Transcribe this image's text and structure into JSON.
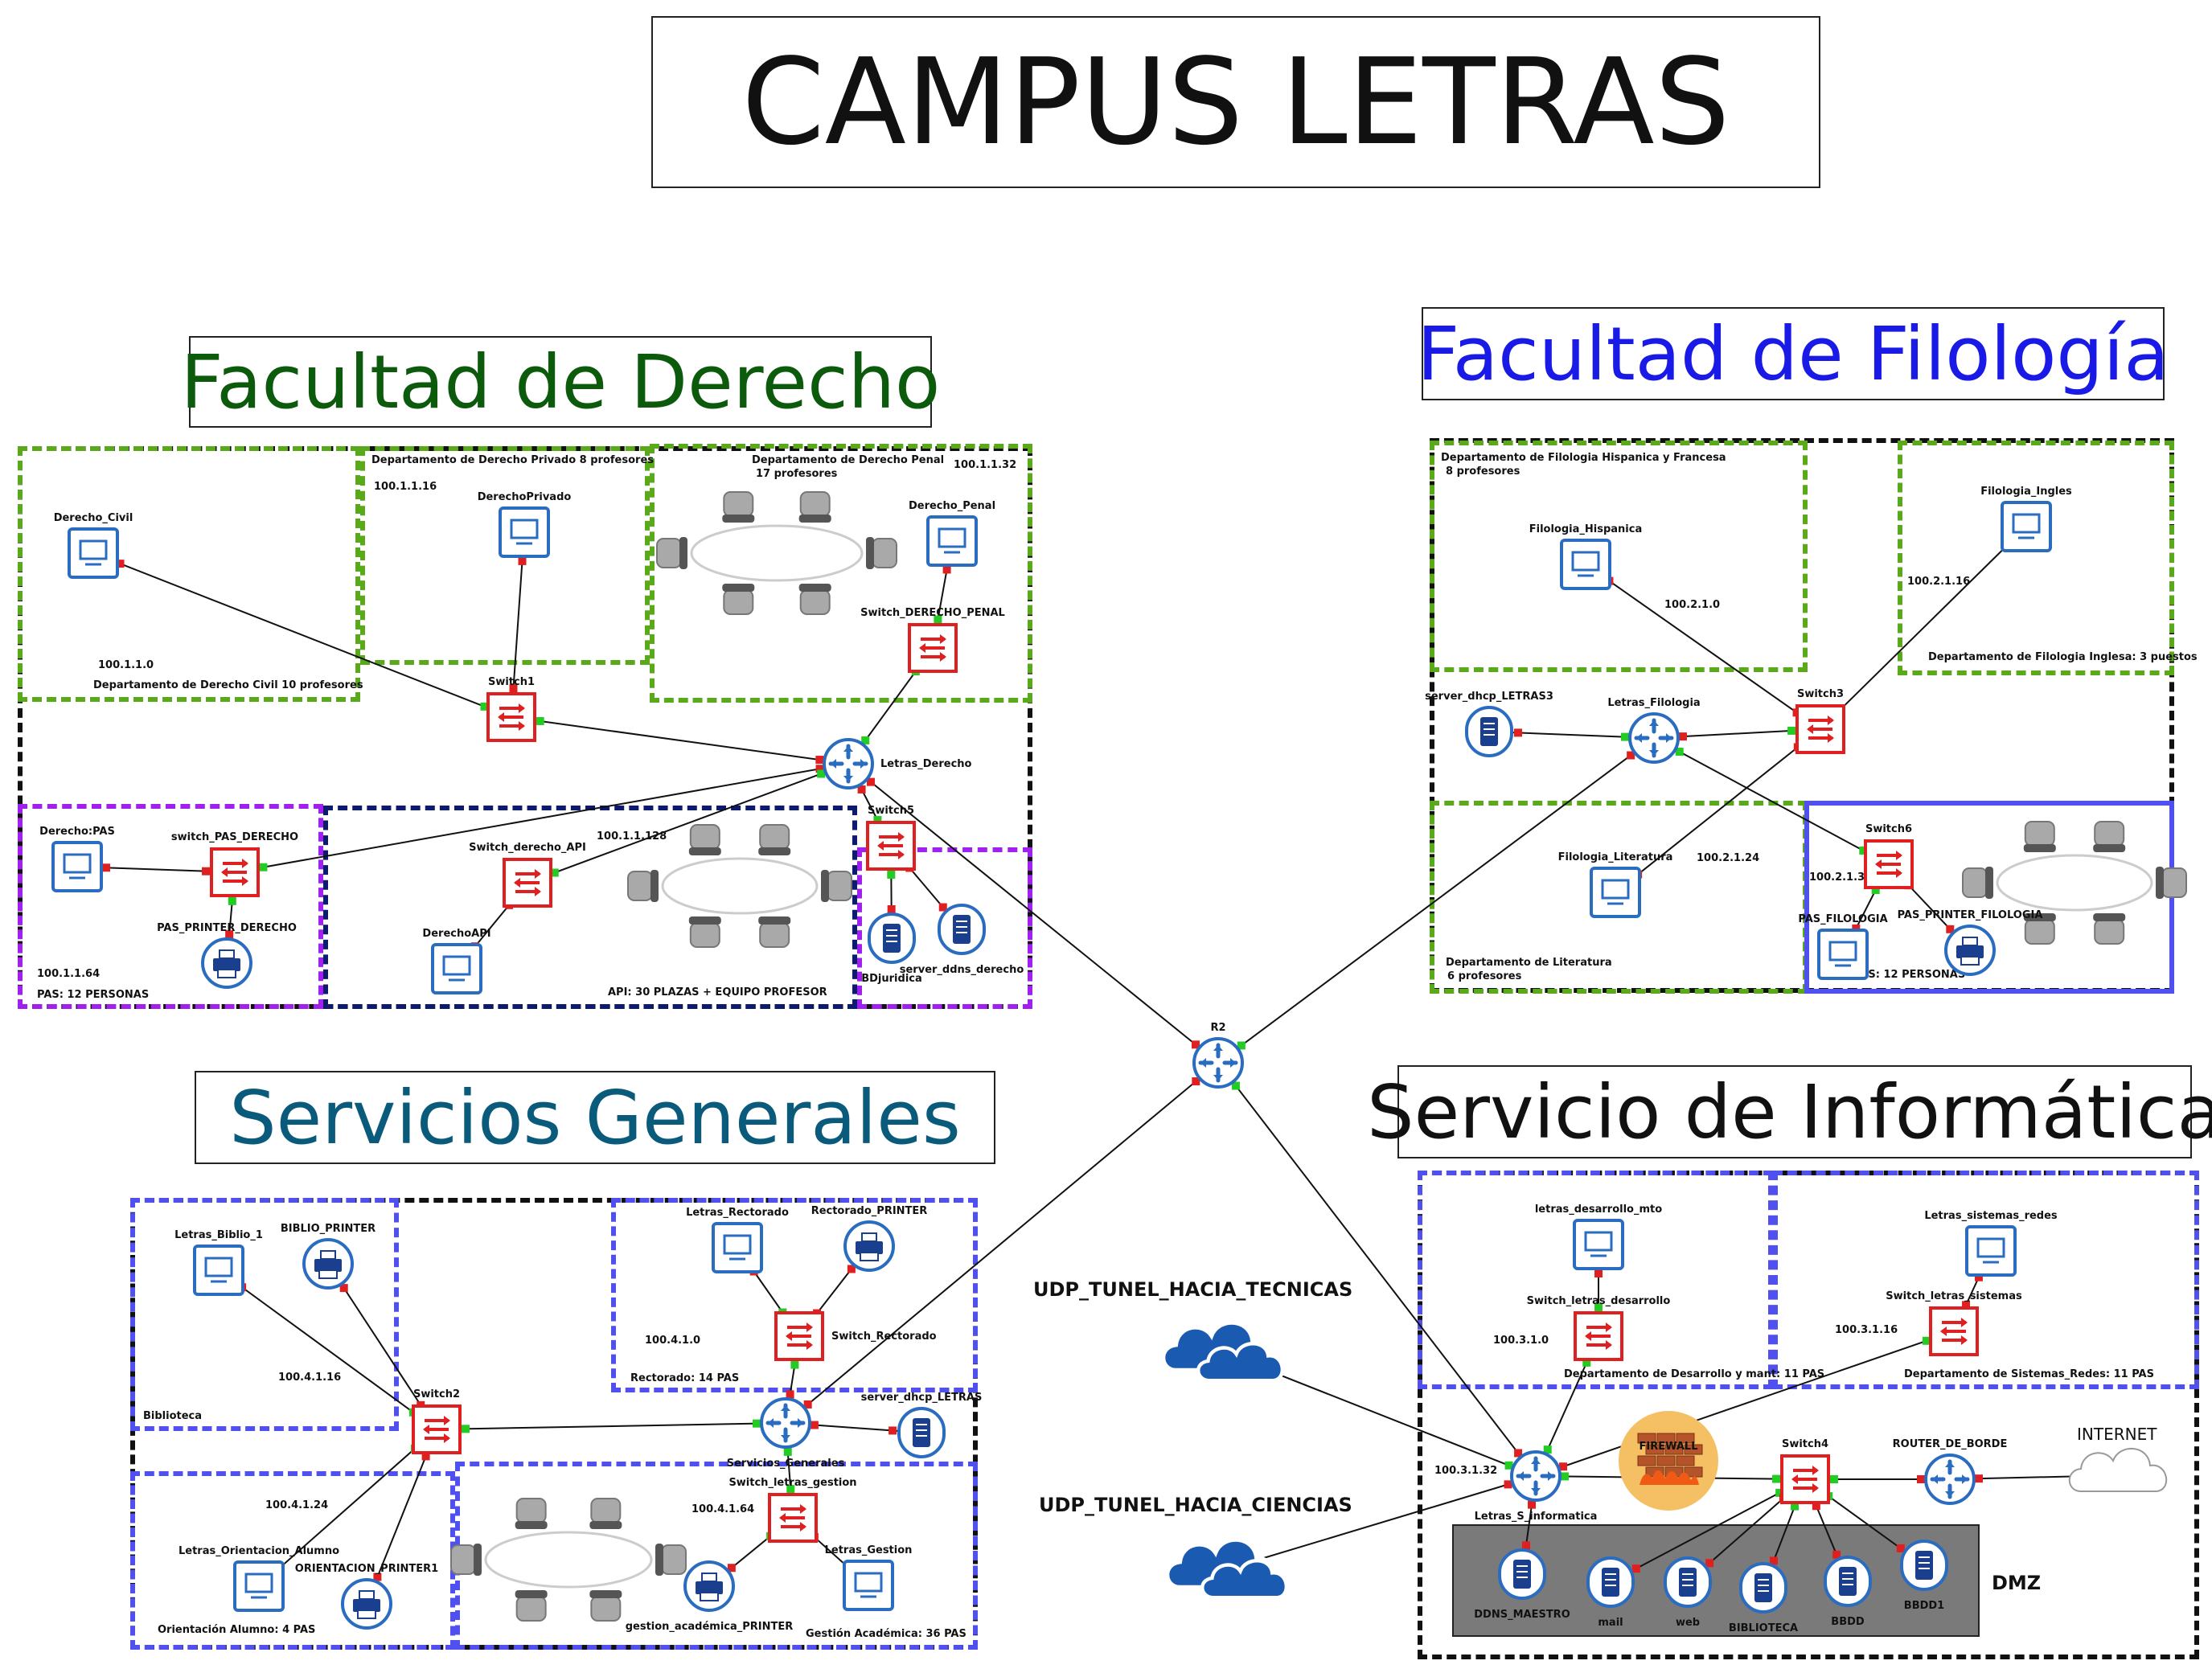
{
  "title": "CAMPUS LETRAS",
  "sections": {
    "derecho": "Facultad de Derecho",
    "filologia": "Facultad de Filología",
    "servicios": "Servicios Generales",
    "informatica": "Servicio de Informática"
  },
  "colors": {
    "derecho_title": "#0c5a0c",
    "filologia_title": "#1a1ae6",
    "servicios_title": "#0a5a7c",
    "informatica_title": "#111111",
    "router": "#2a6cc0",
    "switch": "#e02020",
    "dmz": "#7a7a7a",
    "firewall": "#f5c063",
    "cloud": "#1a5ab0"
  },
  "notes": {
    "derecho_civil": "Departamento de Derecho Civil 10 profesores",
    "derecho_privado": "Departamento de Derecho Privado 8 profesores",
    "derecho_penal_1": "Departamento de Derecho Penal",
    "derecho_penal_2": "17 profesores",
    "derecho_pas": "PAS: 12 PERSONAS",
    "derecho_api": "API: 30 PLAZAS + EQUIPO PROFESOR",
    "filo_hisp_1": "Departamento de Filologia Hispanica y Francesa",
    "filo_hisp_2": "8 profesores",
    "filo_ing": "Departamento de Filologia Inglesa: 3 puestos",
    "filo_lit_1": "Departamento de Literatura",
    "filo_lit_2": "6 profesores",
    "filo_pas": "PAS: 12 PERSONAS",
    "biblioteca": "Biblioteca",
    "rectorado": "Rectorado: 14 PAS",
    "orientacion": "Orientación Alumno: 4 PAS",
    "gestion": "Gestión Académica: 36 PAS",
    "desarrollo": "Departamento de Desarrollo y mant: 11 PAS",
    "sistemas": "Departamento de Sistemas_Redes: 11 PAS",
    "dmz": "DMZ"
  },
  "ips": {
    "civil": "100.1.1.0",
    "privado": "100.1.1.16",
    "penal": "100.1.1.32",
    "pas_derecho": "100.1.1.64",
    "api": "100.1.1.128",
    "hisp": "100.2.1.0",
    "ing": "100.2.1.16",
    "lit": "100.2.1.24",
    "pas_filo": "100.2.1.32",
    "biblio": "100.4.1.16",
    "rect": "100.4.1.0",
    "orient": "100.4.1.24",
    "gestion": "100.4.1.64",
    "desarrollo": "100.3.1.0",
    "sistemas": "100.3.1.16",
    "informatica": "100.3.1.32"
  },
  "tunnels": {
    "tecnicas": "UDP_TUNEL_HACIA_TECNICAS",
    "ciencias": "UDP_TUNEL_HACIA_CIENCIAS"
  },
  "internet": "INTERNET",
  "nodes": [
    {
      "id": "R2",
      "label": "R2",
      "type": "router"
    },
    {
      "id": "Letras_Derecho",
      "label": "Letras_Derecho",
      "type": "router"
    },
    {
      "id": "Switch1",
      "label": "Switch1",
      "type": "switch"
    },
    {
      "id": "Switch_DERECHO_PENAL",
      "label": "Switch_DERECHO_PENAL",
      "type": "switch"
    },
    {
      "id": "switch_PAS_DERECHO",
      "label": "switch_PAS_DERECHO",
      "type": "switch"
    },
    {
      "id": "Switch_derecho_API",
      "label": "Switch_derecho_API",
      "type": "switch"
    },
    {
      "id": "Switch5",
      "label": "Switch5",
      "type": "switch"
    },
    {
      "id": "Derecho_Civil",
      "label": "Derecho_Civil",
      "type": "pc"
    },
    {
      "id": "DerechoPrivado",
      "label": "DerechoPrivado",
      "type": "pc"
    },
    {
      "id": "Derecho_Penal",
      "label": "Derecho_Penal",
      "type": "pc"
    },
    {
      "id": "Derecho_PAS",
      "label": "Derecho:PAS",
      "type": "pc"
    },
    {
      "id": "PAS_PRINTER_DERECHO",
      "label": "PAS_PRINTER_DERECHO",
      "type": "printer"
    },
    {
      "id": "DerechoAPI",
      "label": "DerechoAPI",
      "type": "pc"
    },
    {
      "id": "BDjuridica",
      "label": "BDjuridica",
      "type": "server"
    },
    {
      "id": "server_ddns_derecho",
      "label": "server_ddns_derecho",
      "type": "server"
    },
    {
      "id": "Letras_Filologia",
      "label": "Letras_Filologia",
      "type": "router"
    },
    {
      "id": "Switch3",
      "label": "Switch3",
      "type": "switch"
    },
    {
      "id": "Switch6",
      "label": "Switch6",
      "type": "switch"
    },
    {
      "id": "Filologia_Hispanica",
      "label": "Filologia_Hispanica",
      "type": "pc"
    },
    {
      "id": "Filologia_Ingles",
      "label": "Filologia_Ingles",
      "type": "pc"
    },
    {
      "id": "Filologia_Literatura",
      "label": "Filologia_Literatura",
      "type": "pc"
    },
    {
      "id": "server_dhcp_LETRAS3",
      "label": "server_dhcp_LETRAS3",
      "type": "server"
    },
    {
      "id": "PAS_FILOLOGIA",
      "label": "PAS_FILOLOGIA",
      "type": "pc"
    },
    {
      "id": "PAS_PRINTER_FILOLOGIA",
      "label": "PAS_PRINTER_FILOLOGIA",
      "type": "printer"
    },
    {
      "id": "Servicios_Generales",
      "label": "Servicios_Generales",
      "type": "router"
    },
    {
      "id": "Switch2",
      "label": "Switch2",
      "type": "switch"
    },
    {
      "id": "Switch_Rectorado",
      "label": "Switch_Rectorado",
      "type": "switch"
    },
    {
      "id": "Switch_letras_gestion",
      "label": "Switch_letras_gestion",
      "type": "switch"
    },
    {
      "id": "Letras_Biblio_1",
      "label": "Letras_Biblio_1",
      "type": "pc"
    },
    {
      "id": "BIBLIO_PRINTER",
      "label": "BIBLIO_PRINTER",
      "type": "printer"
    },
    {
      "id": "Letras_Rectorado",
      "label": "Letras_Rectorado",
      "type": "pc"
    },
    {
      "id": "Rectorado_PRINTER",
      "label": "Rectorado_PRINTER",
      "type": "printer"
    },
    {
      "id": "server_dhcp_LETRAS",
      "label": "server_dhcp_LETRAS",
      "type": "server"
    },
    {
      "id": "Letras_Orientacion_Alumno",
      "label": "Letras_Orientacion_Alumno",
      "type": "pc"
    },
    {
      "id": "ORIENTACION_PRINTER1",
      "label": "ORIENTACION_PRINTER1",
      "type": "printer"
    },
    {
      "id": "gestion_academica_PRINTER",
      "label": "gestion_académica_PRINTER",
      "type": "printer"
    },
    {
      "id": "Letras_Gestion",
      "label": "Letras_Gestion",
      "type": "pc"
    },
    {
      "id": "Letras_S_informatica",
      "label": "Letras_S_informatica",
      "type": "router"
    },
    {
      "id": "Switch_letras_desarrollo",
      "label": "Switch_letras_desarrollo",
      "type": "switch"
    },
    {
      "id": "Switch_letras_sistemas",
      "label": "Switch_letras_sistemas",
      "type": "switch"
    },
    {
      "id": "letras_desarrollo_mto",
      "label": "letras_desarrollo_mto",
      "type": "pc"
    },
    {
      "id": "Letras_sistemas_redes",
      "label": "Letras_sistemas_redes",
      "type": "pc"
    },
    {
      "id": "FIREWALL",
      "label": "FIREWALL",
      "type": "firewall"
    },
    {
      "id": "Switch4",
      "label": "Switch4",
      "type": "switch"
    },
    {
      "id": "ROUTER_DE_BORDE",
      "label": "ROUTER_DE_BORDE",
      "type": "router"
    },
    {
      "id": "DDNS_MAESTRO",
      "label": "DDNS_MAESTRO",
      "type": "server"
    },
    {
      "id": "mail",
      "label": "mail",
      "type": "server"
    },
    {
      "id": "web",
      "label": "web",
      "type": "server"
    },
    {
      "id": "BIBLIOTECA",
      "label": "BIBLIOTECA",
      "type": "server"
    },
    {
      "id": "BBDD",
      "label": "BBDD",
      "type": "server"
    },
    {
      "id": "BBDD1",
      "label": "BBDD1",
      "type": "server"
    },
    {
      "id": "cloud_tecnicas",
      "label": "",
      "type": "cloud"
    },
    {
      "id": "cloud_ciencias",
      "label": "",
      "type": "cloud"
    },
    {
      "id": "internet_cloud",
      "label": "",
      "type": "cloudw"
    }
  ],
  "links": [
    [
      "R2",
      "Letras_Derecho"
    ],
    [
      "R2",
      "Letras_Filologia"
    ],
    [
      "R2",
      "Servicios_Generales"
    ],
    [
      "R2",
      "Letras_S_informatica"
    ],
    [
      "Letras_Derecho",
      "Switch1"
    ],
    [
      "Letras_Derecho",
      "Switch_DERECHO_PENAL"
    ],
    [
      "Letras_Derecho",
      "switch_PAS_DERECHO"
    ],
    [
      "Letras_Derecho",
      "Switch_derecho_API"
    ],
    [
      "Letras_Derecho",
      "Switch5"
    ],
    [
      "Switch1",
      "Derecho_Civil"
    ],
    [
      "Switch1",
      "DerechoPrivado"
    ],
    [
      "Switch_DERECHO_PENAL",
      "Derecho_Penal"
    ],
    [
      "switch_PAS_DERECHO",
      "Derecho_PAS"
    ],
    [
      "switch_PAS_DERECHO",
      "PAS_PRINTER_DERECHO"
    ],
    [
      "Switch_derecho_API",
      "DerechoAPI"
    ],
    [
      "Switch5",
      "BDjuridica"
    ],
    [
      "Switch5",
      "server_ddns_derecho"
    ],
    [
      "Letras_Filologia",
      "server_dhcp_LETRAS3"
    ],
    [
      "Letras_Filologia",
      "Switch3"
    ],
    [
      "Letras_Filologia",
      "Switch6"
    ],
    [
      "Switch3",
      "Filologia_Hispanica"
    ],
    [
      "Switch3",
      "Filologia_Ingles"
    ],
    [
      "Switch3",
      "Filologia_Literatura"
    ],
    [
      "Switch6",
      "PAS_FILOLOGIA"
    ],
    [
      "Switch6",
      "PAS_PRINTER_FILOLOGIA"
    ],
    [
      "Servicios_Generales",
      "Switch2"
    ],
    [
      "Servicios_Generales",
      "Switch_Rectorado"
    ],
    [
      "Servicios_Generales",
      "Switch_letras_gestion"
    ],
    [
      "Servicios_Generales",
      "server_dhcp_LETRAS"
    ],
    [
      "Switch2",
      "Letras_Biblio_1"
    ],
    [
      "Switch2",
      "BIBLIO_PRINTER"
    ],
    [
      "Switch2",
      "Letras_Orientacion_Alumno"
    ],
    [
      "Switch2",
      "ORIENTACION_PRINTER1"
    ],
    [
      "Switch_Rectorado",
      "Letras_Rectorado"
    ],
    [
      "Switch_Rectorado",
      "Rectorado_PRINTER"
    ],
    [
      "Switch_letras_gestion",
      "gestion_academica_PRINTER"
    ],
    [
      "Switch_letras_gestion",
      "Letras_Gestion"
    ],
    [
      "Letras_S_informatica",
      "Switch_letras_desarrollo"
    ],
    [
      "Letras_S_informatica",
      "Switch_letras_sistemas"
    ],
    [
      "Letras_S_informatica",
      "cloud_tecnicas"
    ],
    [
      "Letras_S_informatica",
      "cloud_ciencias"
    ],
    [
      "Letras_S_informatica",
      "Switch4"
    ],
    [
      "Letras_S_informatica",
      "DDNS_MAESTRO"
    ],
    [
      "Switch_letras_desarrollo",
      "letras_desarrollo_mto"
    ],
    [
      "Switch_letras_sistemas",
      "Letras_sistemas_redes"
    ],
    [
      "Switch4",
      "ROUTER_DE_BORDE"
    ],
    [
      "ROUTER_DE_BORDE",
      "internet_cloud"
    ],
    [
      "Switch4",
      "mail"
    ],
    [
      "Switch4",
      "web"
    ],
    [
      "Switch4",
      "BIBLIOTECA"
    ],
    [
      "Switch4",
      "BBDD"
    ],
    [
      "Switch4",
      "BBDD1"
    ]
  ]
}
